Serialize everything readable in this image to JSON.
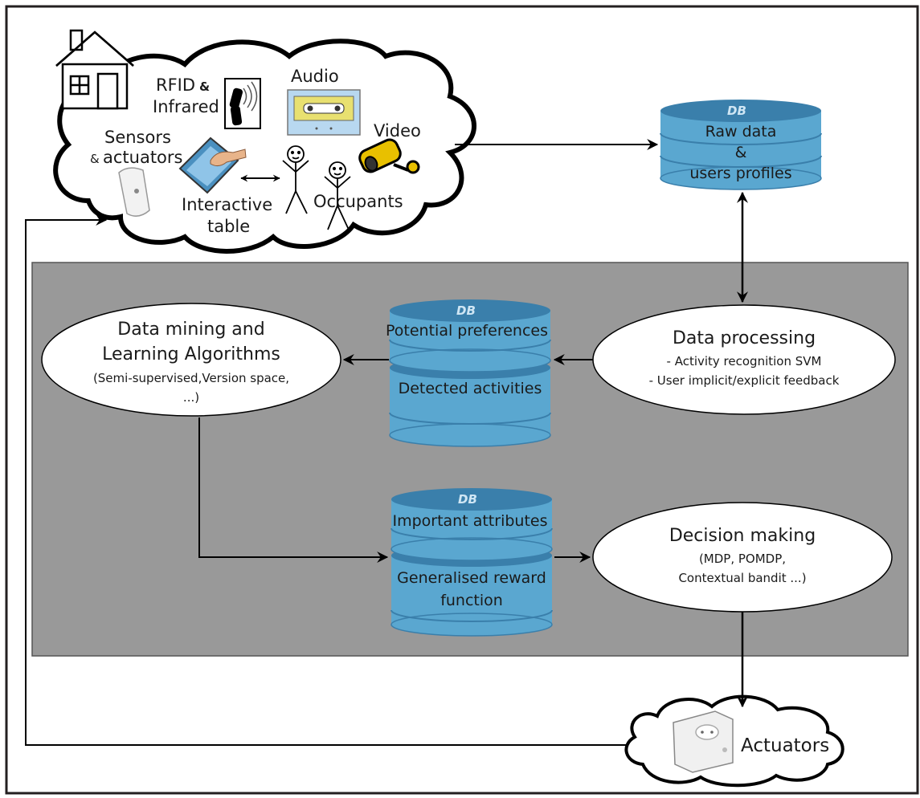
{
  "colors": {
    "frame": "#231f20",
    "panel": "#999999",
    "db_body": "#5aa7d0",
    "db_top": "#3a7fab",
    "node_fill": "#ffffff",
    "tape": "#e8e070",
    "camera": "#e8c000"
  },
  "home": {
    "rfid_line1": "RFID",
    "rfid_amp": "&",
    "rfid_line2": "Infrared",
    "audio": "Audio",
    "video": "Video",
    "sensors_line1": "Sensors",
    "sensors_amp": "&",
    "sensors_line2": "actuators",
    "table_line1": "Interactive",
    "table_line2": "table",
    "occupants": "Occupants",
    "icons": [
      "house-icon",
      "rfid-reader-icon",
      "audio-cassette-icon",
      "video-camera-icon",
      "sensor-device-icon",
      "interactive-table-icon",
      "occupant-stick-figure-icon"
    ]
  },
  "databases": {
    "db_mark": "DB",
    "raw_line1": "Raw data",
    "raw_line2": "&",
    "raw_line3": "users profiles",
    "potential": "Potential preferences",
    "detected": "Detected activities",
    "important": "Important attributes",
    "reward_line1": "Generalised reward",
    "reward_line2": "function"
  },
  "nodes": {
    "mining_title1": "Data mining and",
    "mining_title2": "Learning Algorithms",
    "mining_sub1": "(Semi-supervised,Version space,",
    "mining_sub2": "...)",
    "processing_title": "Data processing",
    "processing_sub1": "- Activity recognition SVM",
    "processing_sub2": "- User implicit/explicit feedback",
    "decision_title": "Decision making",
    "decision_sub1": "(MDP, POMDP,",
    "decision_sub2": "Contextual bandit ...)"
  },
  "actuators": {
    "label": "Actuators",
    "icon": "power-outlet-icon"
  }
}
